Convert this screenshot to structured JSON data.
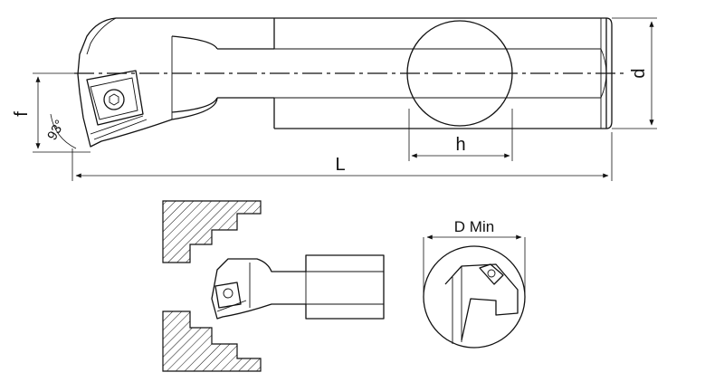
{
  "dimensions": {
    "overall_length": "L",
    "shank_diameter": "d",
    "height_flat": "h",
    "offset": "f",
    "approach_angle": "93°",
    "min_bore": "D Min"
  },
  "colors": {
    "line": "#111111",
    "background": "#ffffff"
  },
  "icons": {
    "insert_screw": "hex-socket-screw-icon",
    "workpiece_section": "hatched-section"
  }
}
